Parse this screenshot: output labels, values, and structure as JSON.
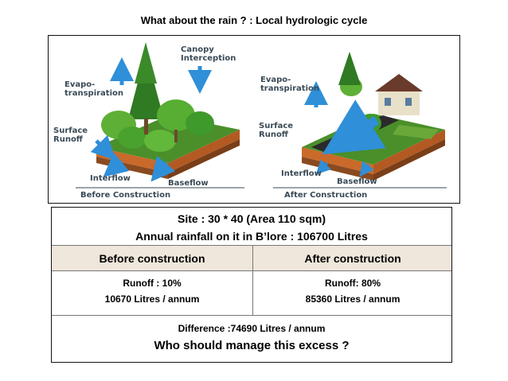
{
  "title": "What about the rain ? : Local hydrologic cycle",
  "diagram": {
    "before": {
      "canopy_line1": "Canopy",
      "canopy_line2": "Interception",
      "evapo_line1": "Evapo-",
      "evapo_line2": "transpiration",
      "surface_line1": "Surface",
      "surface_line2": "Runoff",
      "interflow": "Interflow",
      "baseflow": "Baseflow",
      "caption": "Before Construction"
    },
    "after": {
      "evapo_line1": "Evapo-",
      "evapo_line2": "transpiration",
      "surface_line1": "Surface",
      "surface_line2": "Runoff",
      "interflow": "Interflow",
      "baseflow": "Baseflow",
      "caption": "After Construction"
    },
    "colors": {
      "arrow": "#2f8fd8",
      "foliage": "#3e9a2a",
      "soil_top": "#c96a2a",
      "soil": "#b5652c"
    }
  },
  "table": {
    "site_line": "Site : 30 * 40 (Area 110 sqm)",
    "rainfall_line": "Annual rainfall on it in B’lore : 106700 Litres",
    "before_header": "Before construction",
    "after_header": "After construction",
    "before_runoff": "Runoff : 10%",
    "before_litres": "10670 Litres / annum",
    "after_runoff": "Runoff: 80%",
    "after_litres": "85360 Litres / annum",
    "difference": "Difference :74690 Litres / annum",
    "question": "Who should manage this excess ?"
  }
}
